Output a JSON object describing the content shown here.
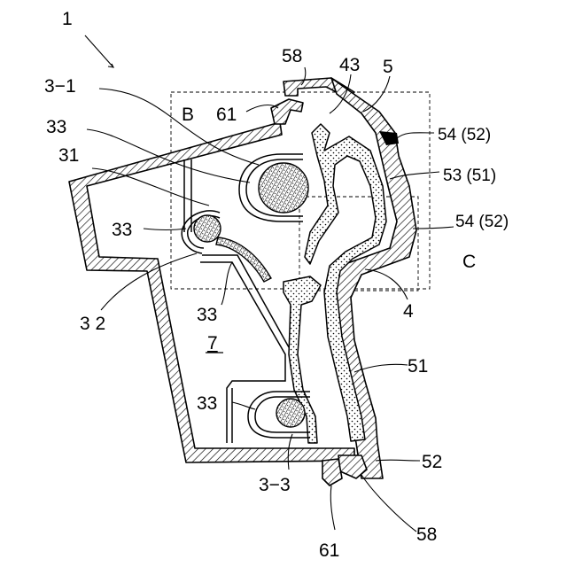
{
  "labels": {
    "fig_ref": "1",
    "ref_58_top": "58",
    "ref_43": "43",
    "ref_5": "5",
    "ref_3_1": "3−1",
    "ref_B": "B",
    "ref_61_top": "61",
    "ref_54_52_top": "54 (52)",
    "ref_33_a": "33",
    "ref_31": "31",
    "ref_53_51": "53 (51)",
    "ref_33_b": "33",
    "ref_54_52_mid": "54 (52)",
    "ref_C": "C",
    "ref_32": "3 2",
    "ref_33_c": "33",
    "ref_4": "4",
    "ref_7": "7",
    "ref_51": "51",
    "ref_33_d": "33",
    "ref_52": "52",
    "ref_3_3": "3−3",
    "ref_61_bottom": "61",
    "ref_58_bottom": "58"
  },
  "colors": {
    "ink": "#000000",
    "paper": "#ffffff"
  }
}
